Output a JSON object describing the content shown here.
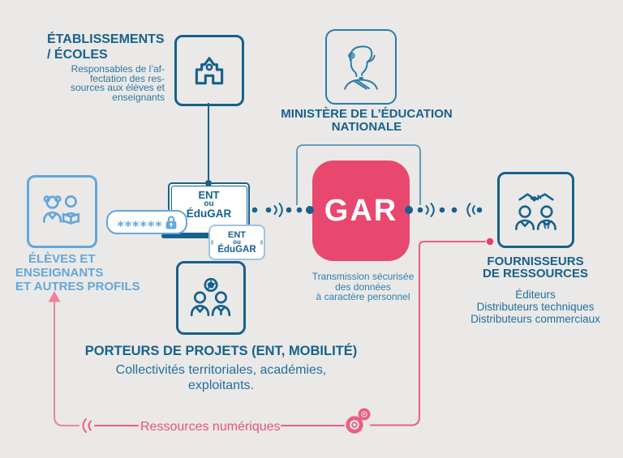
{
  "colors": {
    "background": "#eae9e7",
    "dark_blue": "#17618c",
    "medium_blue": "#2d76a3",
    "light_blue": "#64a7da",
    "gar_pink": "#e8486e",
    "path_pink": "#ec5e82"
  },
  "etablissements": {
    "title_line1": "ÉTABLISSEMENTS",
    "title_line2": "/ ÉCOLES",
    "desc_line1": "Responsables de l’af-",
    "desc_line2": "fectation des res-",
    "desc_line3": "sources aux élèves et",
    "desc_line4": "enseignants"
  },
  "ministere": {
    "title_line1": "MINISTÈRE DE L’ÉDUCATION",
    "title_line2": "NATIONALE"
  },
  "gar": {
    "label": "GAR",
    "caption_line1": "Transmission sécurisée",
    "caption_line2": "des données",
    "caption_line3": "à caractère personnel"
  },
  "eleves": {
    "title_line1": "ÉLÈVES ET",
    "title_line2": "ENSEIGNANTS",
    "title_line3": "ET AUTRES PROFILS"
  },
  "acces": {
    "password": "******",
    "laptop_line1": "ENT",
    "laptop_line2": "ou",
    "laptop_line3": "ÉduGAR",
    "phone_line1": "ENT",
    "phone_line2": "ou",
    "phone_line3": "ÉduGAR"
  },
  "porteurs": {
    "title": "PORTEURS DE PROJETS (ENT, MOBILITÉ)",
    "desc_line1": "Collectivités territoriales, académies,",
    "desc_line2": "exploitants."
  },
  "fournisseurs": {
    "title_line1": "FOURNISSEURS",
    "title_line2": "DE RESSOURCES",
    "items": [
      "Éditeurs",
      "Distributeurs techniques",
      "Distributeurs commerciaux"
    ]
  },
  "ressources": {
    "label": "Ressources numériques"
  }
}
